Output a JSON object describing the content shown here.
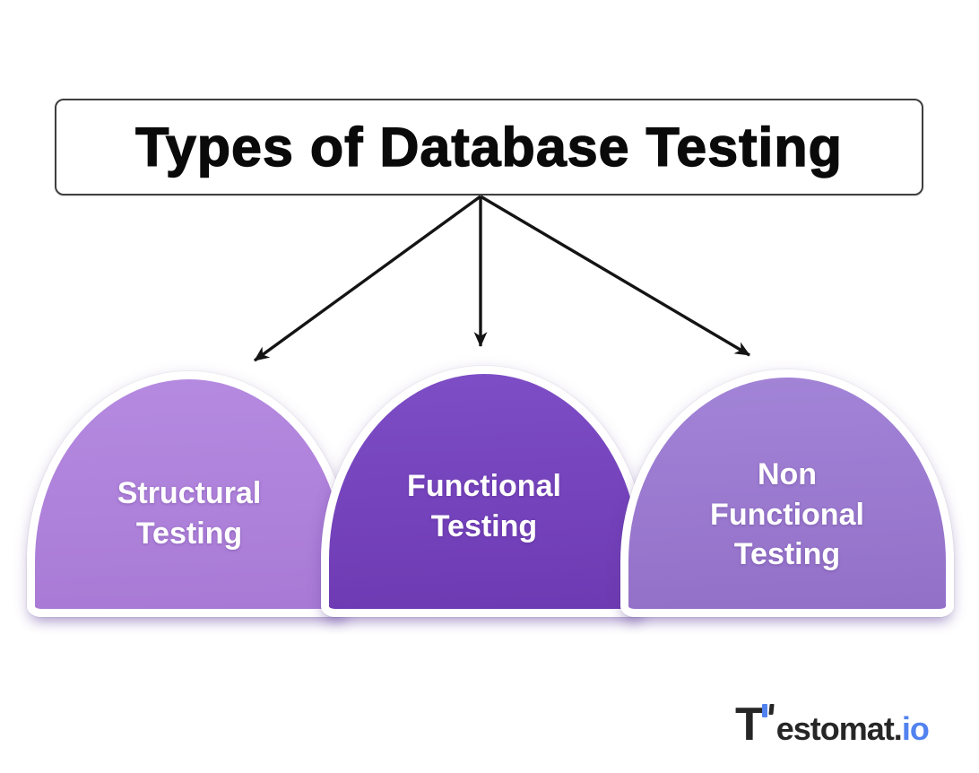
{
  "title": {
    "text": "Types of Database Testing"
  },
  "nodes": [
    {
      "id": "structural-testing",
      "label": "Structural\nTesting",
      "fill_top": "#b58ae0",
      "fill_bottom": "#a87ad5",
      "ring_color": "#ffffff",
      "text_color": "#ffffff"
    },
    {
      "id": "functional-testing",
      "label": "Functional\nTesting",
      "fill_top": "#7d4ec6",
      "fill_bottom": "#6e3ab3",
      "ring_color": "#ffffff",
      "text_color": "#ffffff"
    },
    {
      "id": "non-functional-testing",
      "label": "Non\nFunctional\nTesting",
      "fill_top": "#a284d7",
      "fill_bottom": "#9370c8",
      "ring_color": "#ffffff",
      "text_color": "#ffffff"
    }
  ],
  "arrows": {
    "color": "#141414",
    "source": "title-box",
    "targets": [
      "structural-testing",
      "functional-testing",
      "non-functional-testing"
    ]
  },
  "logo": {
    "full_text": "Testomat.io",
    "t": "T",
    "name": "estomat.",
    "tld": "io",
    "dark_color": "#262626",
    "accent_color": "#5282f0"
  }
}
